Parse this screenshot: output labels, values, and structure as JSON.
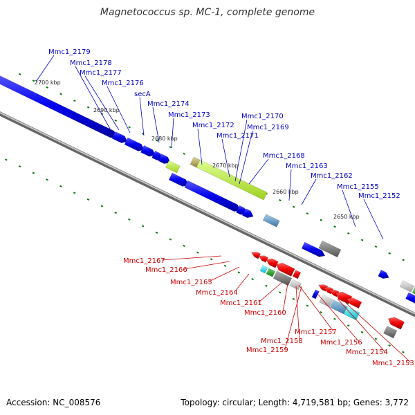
{
  "title": "Magnetococcus sp. MC-1, complete genome",
  "footer": {
    "accession": "Accession: NC_008576",
    "summary": "Topology: circular; Length: 4,719,581 bp; Genes: 3,772"
  },
  "colors": {
    "forward": "#0000ee",
    "reverse": "#ee0000",
    "backbone": "#777777",
    "tick": "#008000",
    "label_forward": "#0000cc",
    "label_reverse": "#cc0000"
  },
  "scale_labels": [
    "2700 kbp",
    "2690 kbp",
    "2680 kbp",
    "2670 kbp",
    "2660 kbp",
    "2650 kbp"
  ],
  "forward_labels": [
    "Mmc1_2179",
    "Mmc1_2178",
    "Mmc1_2177",
    "Mmc1_2176",
    "secA",
    "Mmc1_2174",
    "Mmc1_2173",
    "Mmc1_2172",
    "Mmc1_2171",
    "Mmc1_2170",
    "Mmc1_2169",
    "Mmc1_2168",
    "Mmc1_2163",
    "Mmc1_2162",
    "Mmc1_2155",
    "Mmc1_2152"
  ],
  "reverse_labels": [
    "Mmc1_2167",
    "Mmc1_2166",
    "Mmc1_2165",
    "Mmc1_2164",
    "Mmc1_2161",
    "Mmc1_2160",
    "Mmc1_2157",
    "Mmc1_2158",
    "Mmc1_2159",
    "Mmc1_2156",
    "Mmc1_2154",
    "Mmc1_2153"
  ]
}
